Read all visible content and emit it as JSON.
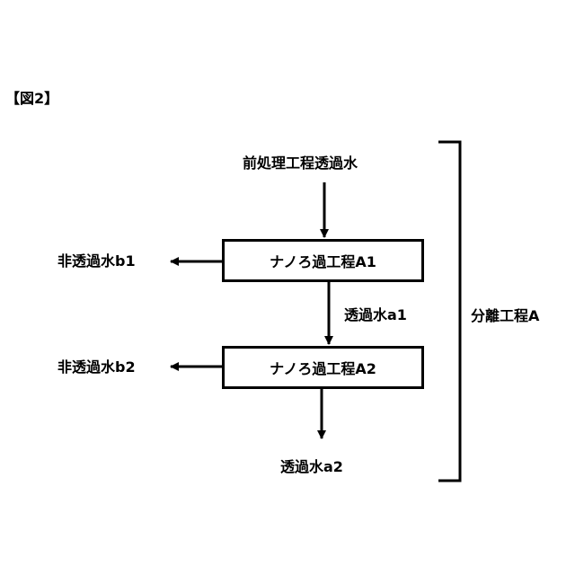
{
  "figure": {
    "label": "【図2】"
  },
  "diagram": {
    "input": "前処理工程透過水",
    "step1": "ナノろ過工程A1",
    "step2": "ナノろ過工程A2",
    "reject1": "非透過水b1",
    "reject2": "非透過水b2",
    "permeate1": "透過水a1",
    "permeate2": "透過水a2",
    "bracket_label": "分離工程A"
  }
}
